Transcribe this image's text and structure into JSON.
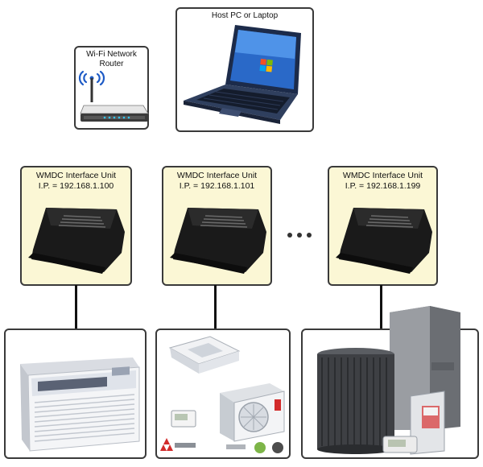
{
  "nodes": {
    "router": {
      "line1": "Wi-Fi Network",
      "line2": "Router"
    },
    "host": {
      "label": "Host PC or Laptop"
    },
    "units": [
      {
        "title": "WMDC Interface Unit",
        "ip": "I.P. = 192.168.1.100"
      },
      {
        "title": "WMDC Interface Unit",
        "ip": "I.P. = 192.168.1.101"
      },
      {
        "title": "WMDC Interface Unit",
        "ip": "I.P. = 192.168.1.199"
      }
    ],
    "ellipsis": "more-units"
  },
  "equipment": {
    "left": "ptac-unit",
    "middle": "ductless-mini-split-set",
    "right": "split-system-condenser-and-furnace"
  },
  "colors": {
    "unit_fill": "#fbf7d5",
    "border": "#3a3a3a",
    "wire": "#111111"
  }
}
